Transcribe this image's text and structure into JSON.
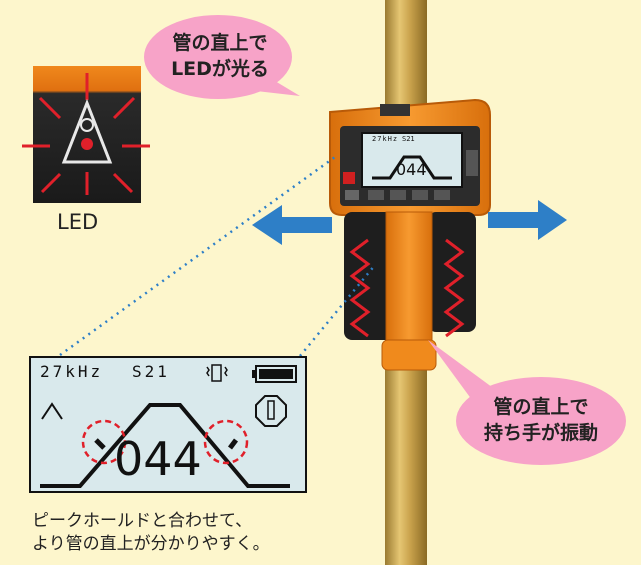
{
  "bubble_top": {
    "line1": "管の直上で",
    "line2": "LEDが光る"
  },
  "bubble_bottom": {
    "line1": "管の直上で",
    "line2": "持ち手が振動"
  },
  "led_label": "LED",
  "lcd": {
    "frequency": "27kHz",
    "mode": "S21",
    "value": "044",
    "battery_level": 1.0
  },
  "device_lcd": {
    "frequency": "27kHz",
    "mode": "S21",
    "value": "044"
  },
  "caption": {
    "line1": "ピークホールドと合わせて、",
    "line2": "より管の直上が分かりやすく。"
  },
  "colors": {
    "background": "#fdf6cc",
    "pipe": "#c9a24c",
    "device_orange": "#f08a1c",
    "bubble_pink": "#f7a3c8",
    "arrow_blue": "#2e7fc7",
    "vibration_red": "#e0202a",
    "lcd_bg": "#d9e9ec"
  }
}
